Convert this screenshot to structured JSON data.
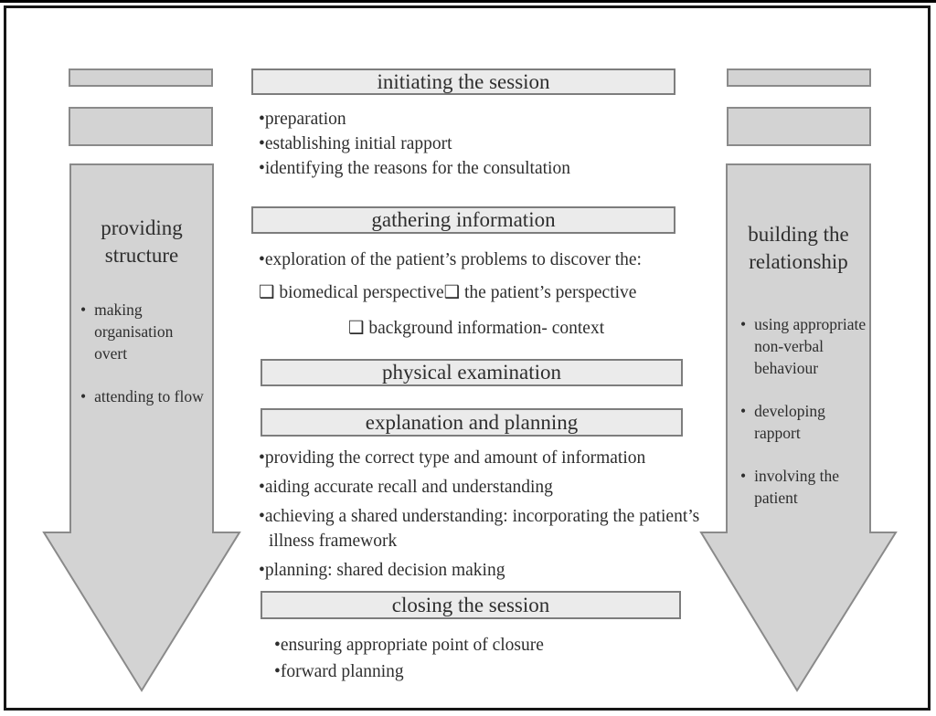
{
  "ui": {
    "dot": "•"
  },
  "colors": {
    "frame_border": "#161616",
    "arrow_fill": "#d3d3d3",
    "arrow_border": "#8a8a8a",
    "header_box_fill": "#ebebeb",
    "header_box_border": "#7d7d7d",
    "text": "#2e2e2e"
  },
  "left_arrow": {
    "label": "providing structure",
    "bullets": [
      "making organisation overt",
      "attending to flow"
    ]
  },
  "right_arrow": {
    "label": "building the relationship",
    "bullets": [
      "using appropriate non-verbal behaviour",
      "developing rapport",
      "involving the patient"
    ]
  },
  "sections": {
    "initiating": {
      "title": "initiating the session",
      "items": [
        "•preparation",
        "•establishing initial rapport",
        "•identifying the reasons for the consultation"
      ]
    },
    "gathering": {
      "title": "gathering information",
      "item_exploration": "•exploration of the patient’s problems to discover the:",
      "item_perspectives": "❑ biomedical perspective❑ the patient’s perspective",
      "item_background": "❑ background information- context"
    },
    "physical": {
      "title": "physical examination"
    },
    "explanation": {
      "title": "explanation and planning",
      "items": [
        "•providing the correct type and amount of information",
        "•aiding accurate recall and understanding",
        "•achieving a shared understanding: incorporating the patient’s illness framework",
        "•planning: shared decision making"
      ]
    },
    "closing": {
      "title": "closing the session",
      "items": [
        "•ensuring appropriate point of closure",
        "•forward planning"
      ]
    }
  }
}
